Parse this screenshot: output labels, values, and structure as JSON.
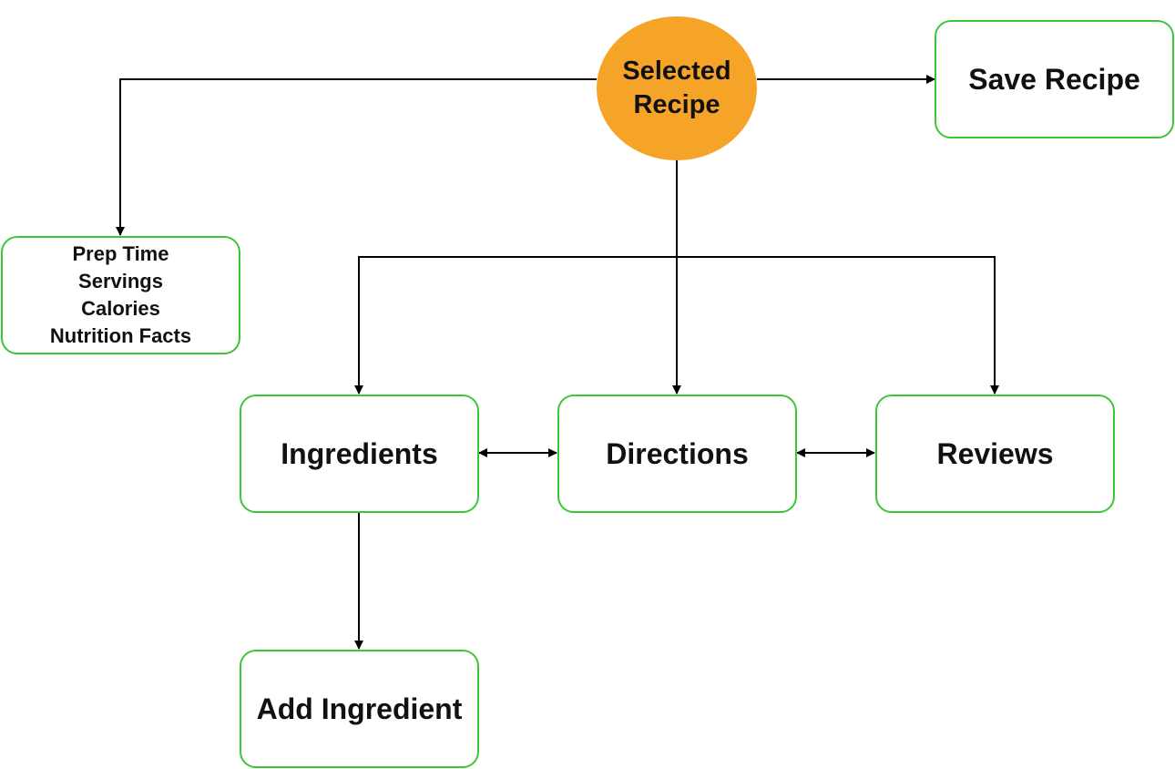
{
  "diagram": {
    "center": {
      "lines": [
        "Selected",
        "Recipe"
      ],
      "color": "#f5a428"
    },
    "nodes": {
      "save_recipe": "Save Recipe",
      "ingredients": "Ingredients",
      "directions": "Directions",
      "reviews": "Reviews",
      "add_ingredient": "Add Ingredient",
      "details": [
        "Prep Time",
        "Servings",
        "Calories",
        "Nutrition Facts"
      ]
    },
    "border_color": "#3ec63a"
  }
}
